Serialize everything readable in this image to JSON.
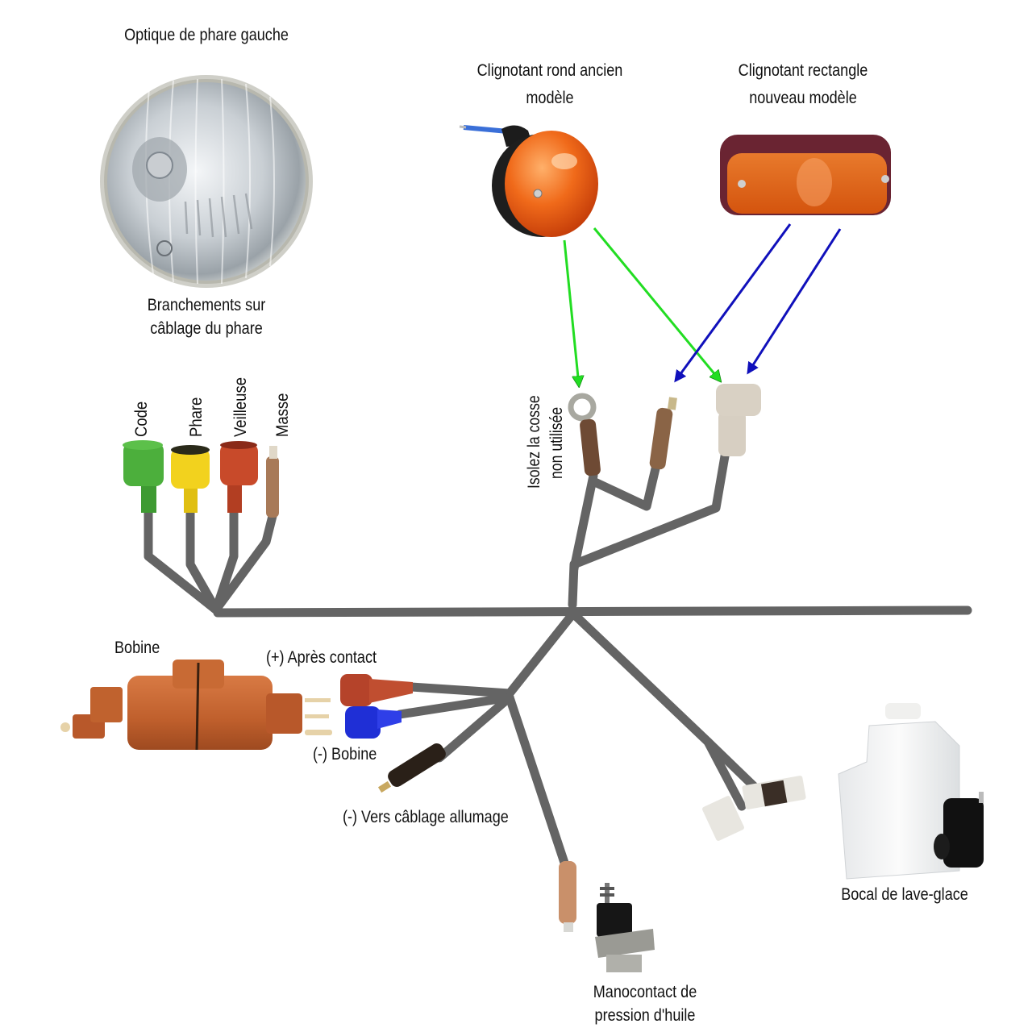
{
  "diagram": {
    "title": "Faisceau électrique avant",
    "colors": {
      "wire": "#646464",
      "arrow_old_model": "#22dd22",
      "arrow_new_model": "#1010bb",
      "code": "#4caf3c",
      "phare": "#f2d21e",
      "veilleuse": "#c84a2a",
      "masse": "#a87a58",
      "bobine": "#c0622e",
      "apres_contact": "#b5432a",
      "moins_bobine": "#1f2fd6",
      "turn_signal": "#f0701a"
    },
    "components": {
      "headlight": {
        "label": "Optique de phare gauche",
        "caption_line1": "Branchements sur",
        "caption_line2": "câblage du phare"
      },
      "turn_signal_round": {
        "label_line1": "Clignotant rond ancien",
        "label_line2": "modèle"
      },
      "turn_signal_rect": {
        "label_line1": "Clignotant rectangle",
        "label_line2": "nouveau modèle"
      },
      "unused_terminal": {
        "label_line1": "Isolez la cosse",
        "label_line2": "non utilisée"
      },
      "headlight_connectors": [
        {
          "label": "Code",
          "color": "green"
        },
        {
          "label": "Phare",
          "color": "yellow"
        },
        {
          "label": "Veilleuse",
          "color": "red"
        },
        {
          "label": "Masse",
          "color": "brown"
        }
      ],
      "coil": {
        "label": "Bobine",
        "plus_label": "(+) Après contact",
        "minus_label": "(-) Bobine",
        "ignition_label": "(-) Vers câblage allumage"
      },
      "oil_pressure_switch": {
        "label_line1": "Manocontact de",
        "label_line2": "pression d'huile"
      },
      "washer_bottle": {
        "label": "Bocal de lave-glace"
      }
    }
  }
}
